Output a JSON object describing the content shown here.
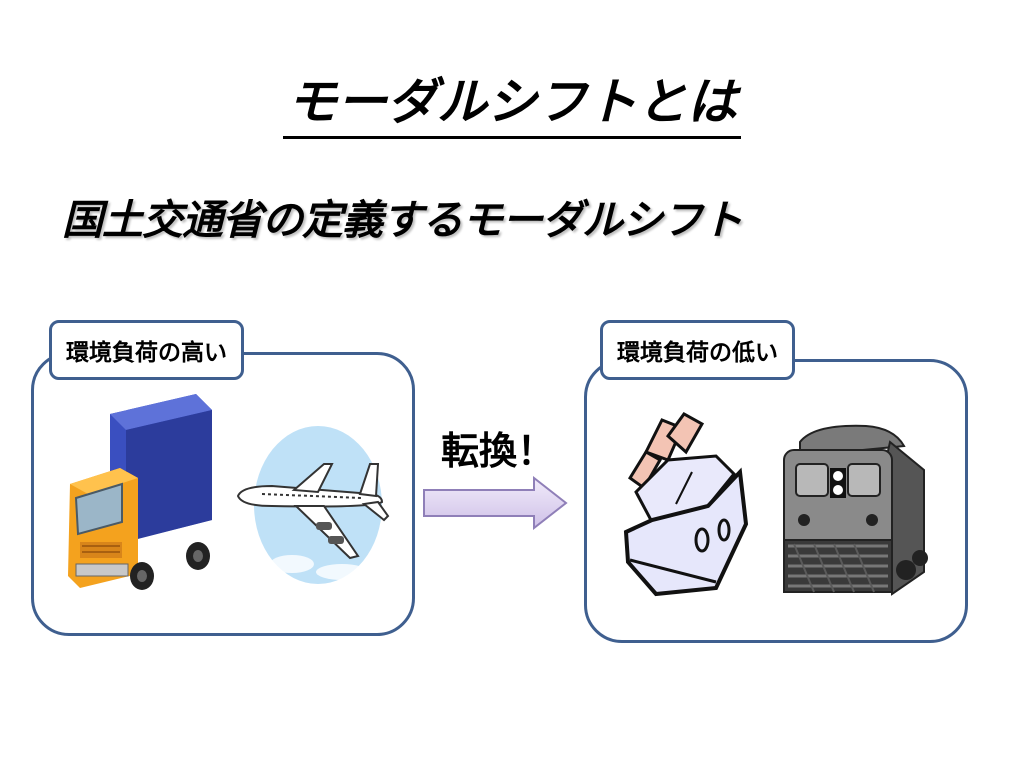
{
  "slide": {
    "title": "モーダルシフトとは",
    "subtitle": "国土交通省の定義するモーダルシフト",
    "left_group": {
      "label": "環境負荷の高い",
      "icons": [
        "truck-icon",
        "airplane-icon"
      ]
    },
    "arrow_label": "転換！",
    "right_group": {
      "label": "環境負荷の低い",
      "icons": [
        "ship-icon",
        "train-icon"
      ]
    }
  },
  "colors": {
    "frame": "#3f5f8f",
    "arrow_fill": "#e3d9f2",
    "truck_cab": "#f4a21e",
    "truck_box": "#3a4fc0",
    "sky": "#bfe1f7"
  }
}
